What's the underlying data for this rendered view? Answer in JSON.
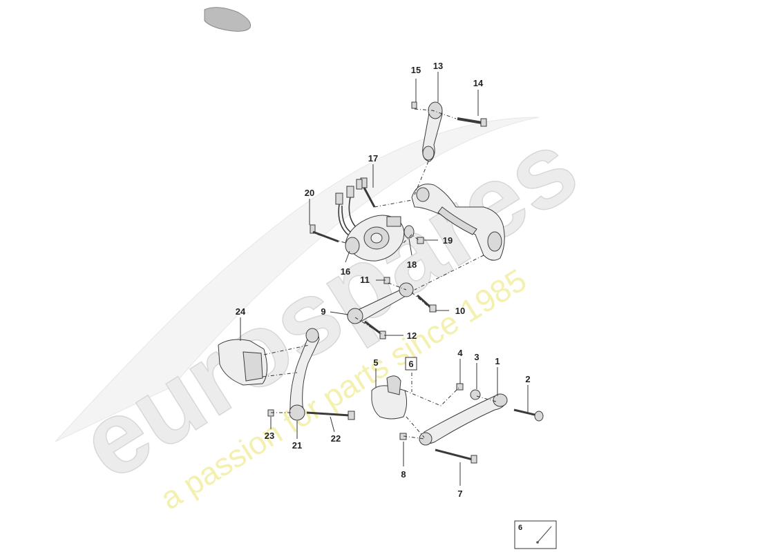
{
  "watermark": {
    "brand": "eurospares",
    "tagline": "a passion for parts since 1985"
  },
  "callouts": {
    "c1": "1",
    "c2": "2",
    "c3": "3",
    "c4": "4",
    "c5": "5",
    "c6": "6",
    "c7": "7",
    "c8": "8",
    "c9": "9",
    "c10": "10",
    "c11": "11",
    "c12": "12",
    "c13": "13",
    "c14": "14",
    "c15": "15",
    "c16": "16",
    "c17": "17",
    "c18": "18",
    "c19": "19",
    "c20": "20",
    "c21": "21",
    "c22": "22",
    "c23": "23",
    "c24": "24"
  },
  "legend": {
    "label": "6"
  },
  "colors": {
    "watermark_brand": "#ececec",
    "watermark_tagline": "#f3f0b0",
    "line": "#333333"
  }
}
